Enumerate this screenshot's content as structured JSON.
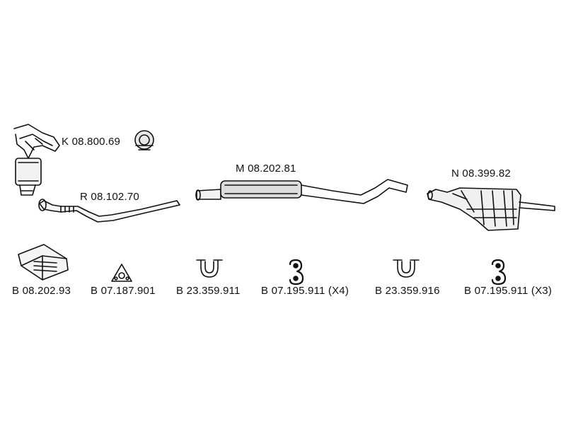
{
  "main_parts": [
    {
      "code": "K 08.800.69",
      "type": "catalytic-converter-manifold"
    },
    {
      "code": "R 08.102.70",
      "type": "front-pipe"
    },
    {
      "code": "M 08.202.81",
      "type": "middle-silencer"
    },
    {
      "code": "N 08.399.82",
      "type": "rear-silencer"
    }
  ],
  "accessories": [
    {
      "code": "B 08.202.93",
      "type": "mounting-kit"
    },
    {
      "code": "B 07.187.901",
      "type": "gasket"
    },
    {
      "code": "B 23.359.911",
      "type": "clamp"
    },
    {
      "code": "B 07.195.911 (X4)",
      "type": "rubber-hanger"
    },
    {
      "code": "B 23.359.916",
      "type": "clamp"
    },
    {
      "code": "B 07.195.911 (X3)",
      "type": "rubber-hanger"
    }
  ]
}
